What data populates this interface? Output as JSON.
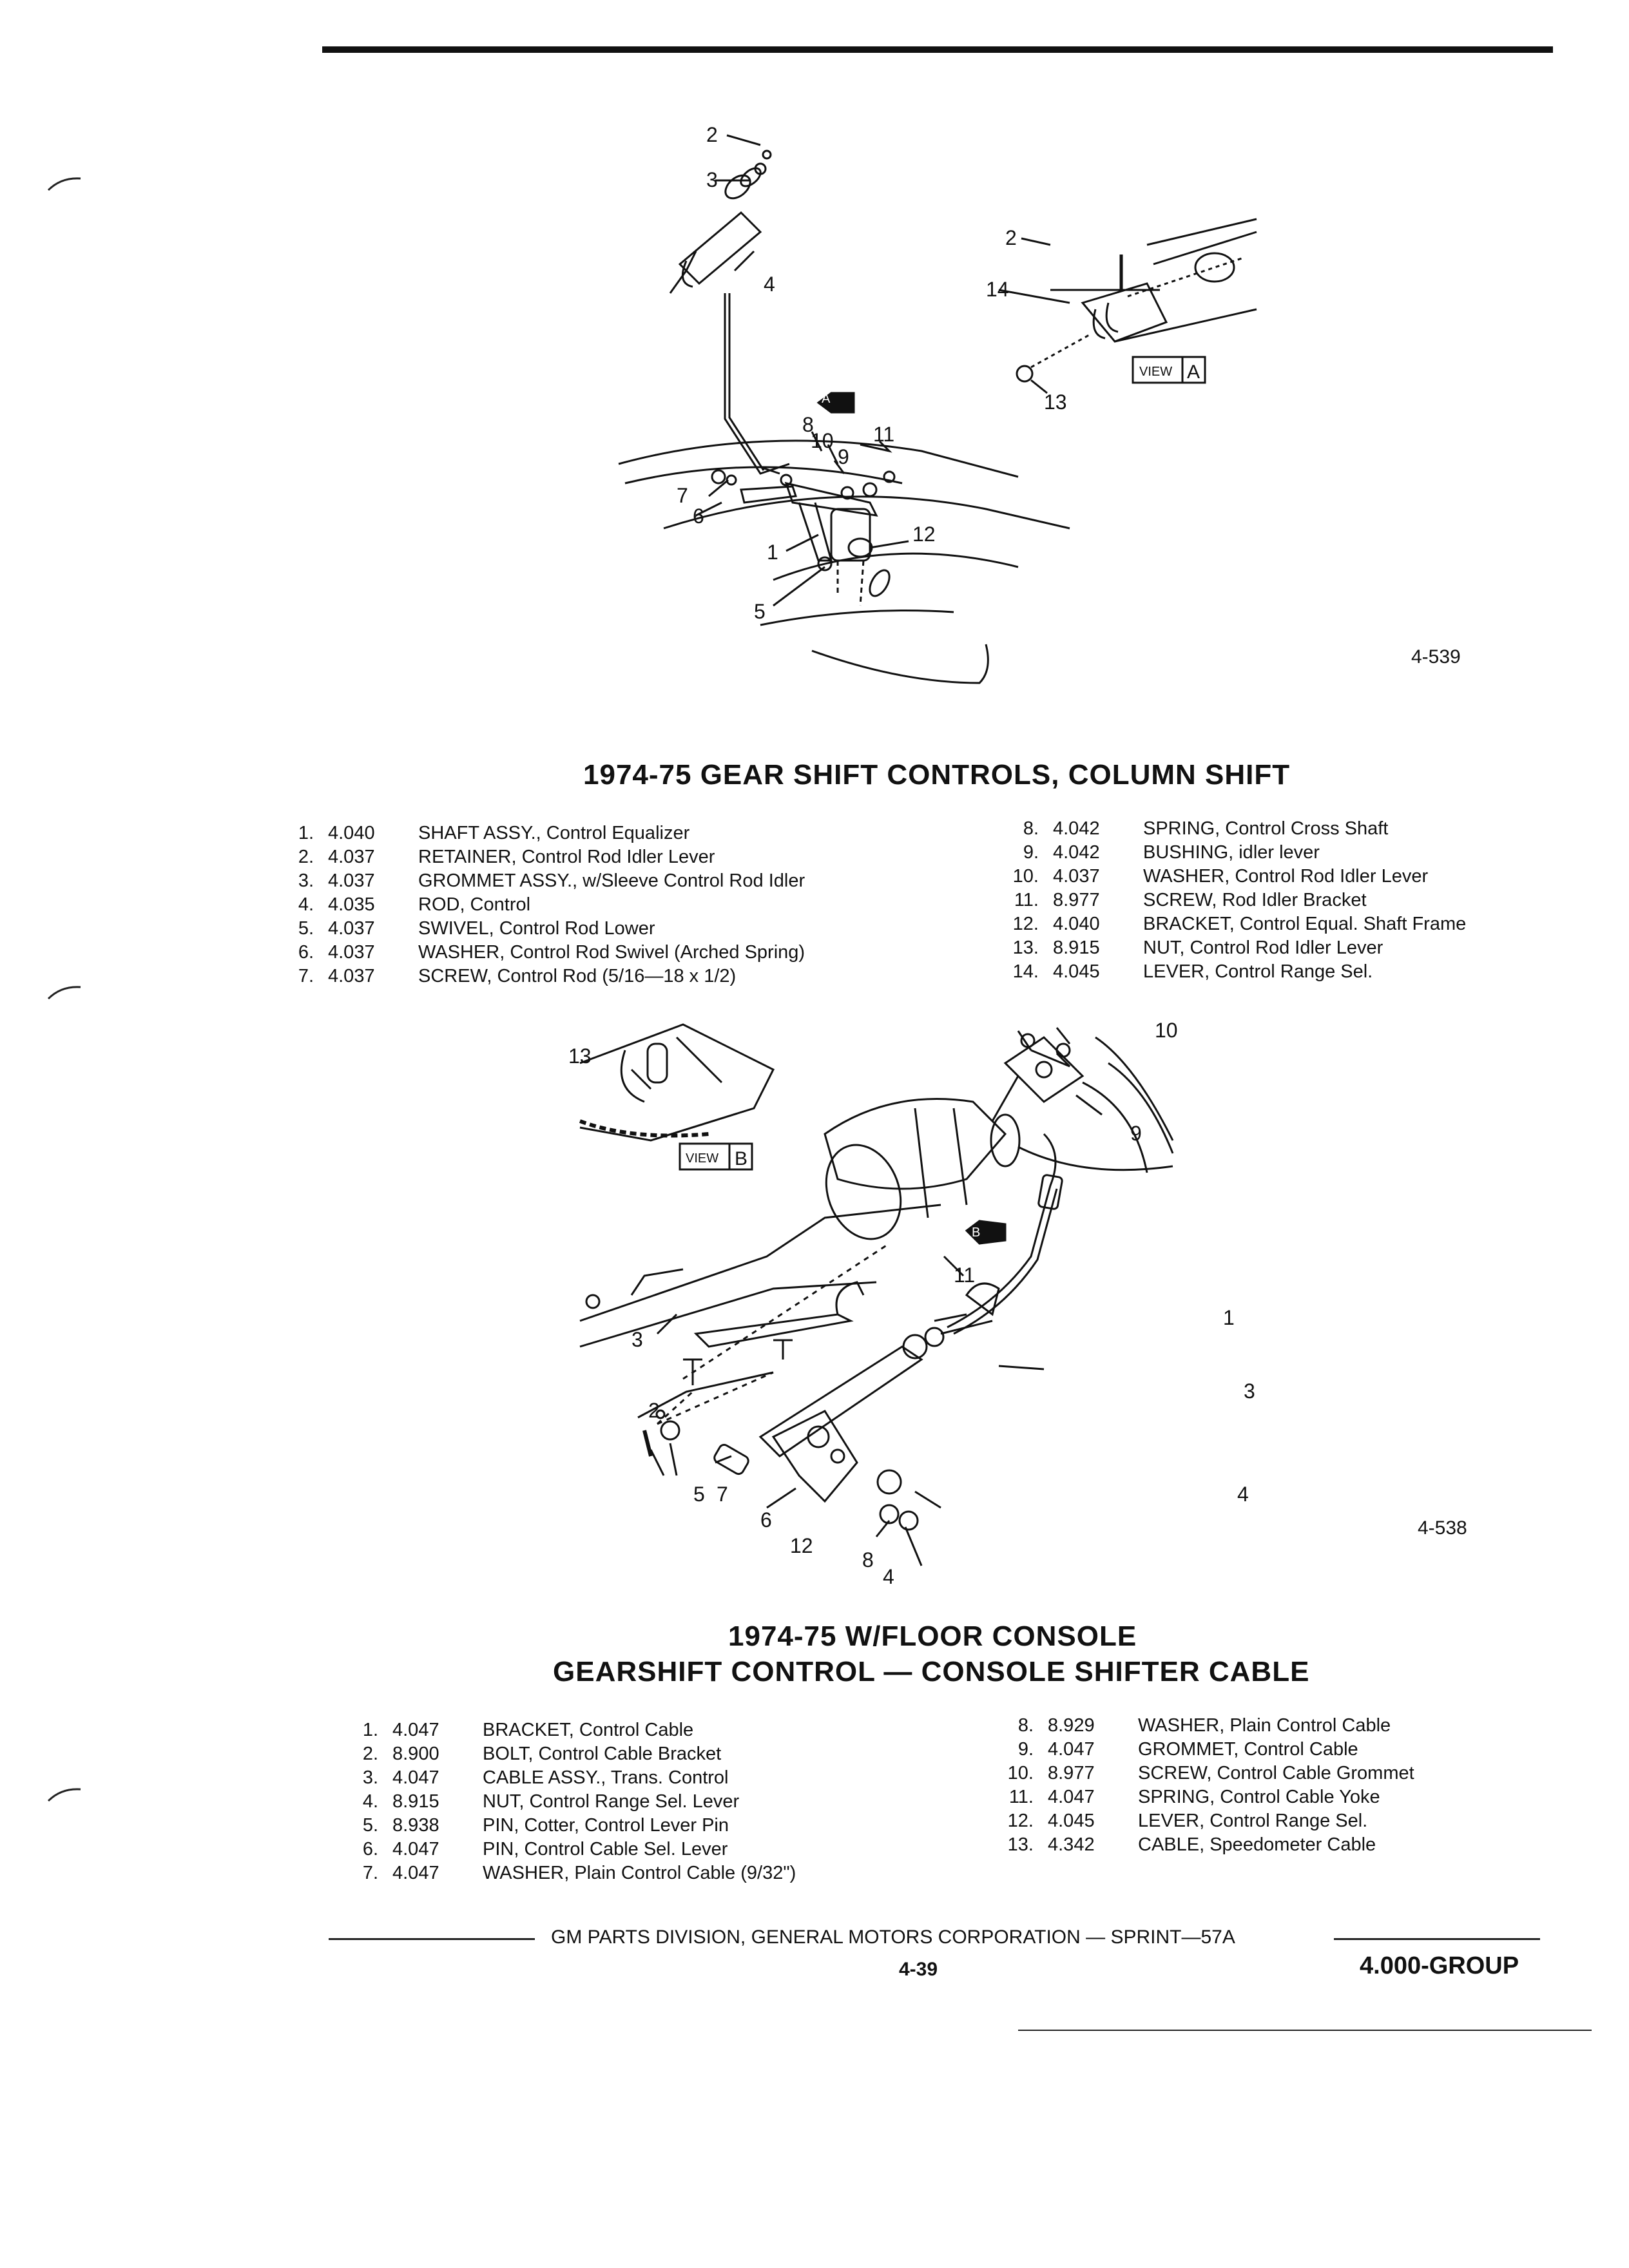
{
  "figure1": {
    "fig_number": "4-539",
    "title": "1974-75 GEAR SHIFT CONTROLS, COLUMN SHIFT",
    "callouts": [
      "1",
      "2",
      "3",
      "4",
      "5",
      "6",
      "7",
      "8",
      "9",
      "10",
      "11",
      "12",
      "2",
      "14",
      "13"
    ],
    "view_tag": "VIEW",
    "view_letter": "A",
    "badge_letter": "A",
    "parts_left": [
      {
        "num": "1.",
        "code": "4.040",
        "desc": "SHAFT ASSY., Control Equalizer"
      },
      {
        "num": "2.",
        "code": "4.037",
        "desc": "RETAINER, Control Rod Idler Lever"
      },
      {
        "num": "3.",
        "code": "4.037",
        "desc": "GROMMET ASSY., w/Sleeve Control Rod Idler"
      },
      {
        "num": "4.",
        "code": "4.035",
        "desc": "ROD, Control"
      },
      {
        "num": "5.",
        "code": "4.037",
        "desc": "SWIVEL, Control Rod Lower"
      },
      {
        "num": "6.",
        "code": "4.037",
        "desc": "WASHER, Control Rod Swivel (Arched Spring)"
      },
      {
        "num": "7.",
        "code": "4.037",
        "desc": "SCREW, Control Rod (5/16—18 x 1/2)"
      }
    ],
    "parts_right": [
      {
        "num": "8.",
        "code": "4.042",
        "desc": "SPRING, Control Cross Shaft"
      },
      {
        "num": "9.",
        "code": "4.042",
        "desc": "BUSHING, idler lever"
      },
      {
        "num": "10.",
        "code": "4.037",
        "desc": "WASHER, Control Rod Idler Lever"
      },
      {
        "num": "11.",
        "code": "8.977",
        "desc": "SCREW, Rod Idler Bracket"
      },
      {
        "num": "12.",
        "code": "4.040",
        "desc": "BRACKET, Control Equal. Shaft Frame"
      },
      {
        "num": "13.",
        "code": "8.915",
        "desc": "NUT, Control Rod Idler Lever"
      },
      {
        "num": "14.",
        "code": "4.045",
        "desc": "LEVER, Control Range Sel."
      }
    ]
  },
  "figure2": {
    "fig_number": "4-538",
    "title_line1": "1974-75 W/FLOOR CONSOLE",
    "title_line2": "GEARSHIFT CONTROL — CONSOLE SHIFTER CABLE",
    "callouts": [
      "13",
      "3",
      "10",
      "9",
      "1",
      "11",
      "3",
      "2",
      "5",
      "7",
      "6",
      "12",
      "8",
      "4",
      "4"
    ],
    "view_tag": "VIEW",
    "view_letter": "B",
    "badge_letter": "B",
    "parts_left": [
      {
        "num": "1.",
        "code": "4.047",
        "desc": "BRACKET, Control Cable"
      },
      {
        "num": "2.",
        "code": "8.900",
        "desc": "BOLT, Control Cable Bracket"
      },
      {
        "num": "3.",
        "code": "4.047",
        "desc": "CABLE ASSY., Trans. Control"
      },
      {
        "num": "4.",
        "code": "8.915",
        "desc": "NUT, Control Range Sel. Lever"
      },
      {
        "num": "5.",
        "code": "8.938",
        "desc": "PIN, Cotter, Control Lever Pin"
      },
      {
        "num": "6.",
        "code": "4.047",
        "desc": "PIN, Control Cable Sel. Lever"
      },
      {
        "num": "7.",
        "code": "4.047",
        "desc": "WASHER, Plain Control Cable (9/32\")"
      }
    ],
    "parts_right": [
      {
        "num": "8.",
        "code": "8.929",
        "desc": "WASHER, Plain Control Cable"
      },
      {
        "num": "9.",
        "code": "4.047",
        "desc": "GROMMET, Control Cable"
      },
      {
        "num": "10.",
        "code": "8.977",
        "desc": "SCREW, Control Cable Grommet"
      },
      {
        "num": "11.",
        "code": "4.047",
        "desc": "SPRING, Control Cable Yoke"
      },
      {
        "num": "12.",
        "code": "4.045",
        "desc": "LEVER, Control Range Sel."
      },
      {
        "num": "13.",
        "code": "4.342",
        "desc": "CABLE, Speedometer Cable"
      }
    ]
  },
  "footer": {
    "text": "GM PARTS DIVISION, GENERAL MOTORS CORPORATION — SPRINT—57A",
    "page": "4-39",
    "group": "4.000-GROUP"
  }
}
